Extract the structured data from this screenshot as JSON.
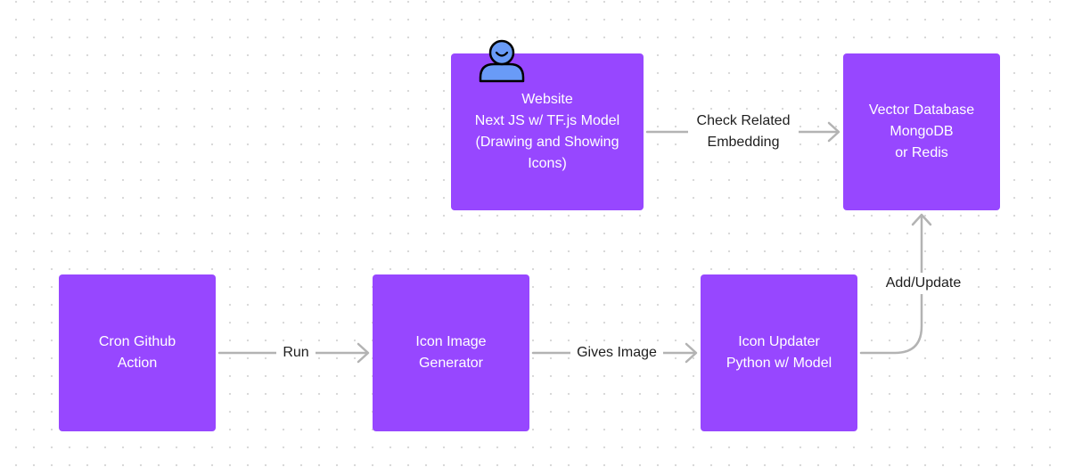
{
  "nodes": {
    "website": "Website\nNext JS w/ TF.js Model\n(Drawing and Showing\nIcons)",
    "vector_db": "Vector Database\nMongoDB\nor Redis",
    "cron": "Cron Github\nAction",
    "generator": "Icon Image\nGenerator",
    "updater": "Icon Updater\nPython w/ Model"
  },
  "edges": {
    "check_related": "Check Related\nEmbedding",
    "run": "Run",
    "gives_image": "Gives Image",
    "add_update": "Add/Update"
  },
  "icons": {
    "user": "user-icon"
  },
  "colors": {
    "node_fill": "#9747ff",
    "node_text": "#ffffff",
    "edge_stroke": "#b3b3b3",
    "user_icon_fill": "#699bf7",
    "label_text": "#1e1e1e"
  }
}
